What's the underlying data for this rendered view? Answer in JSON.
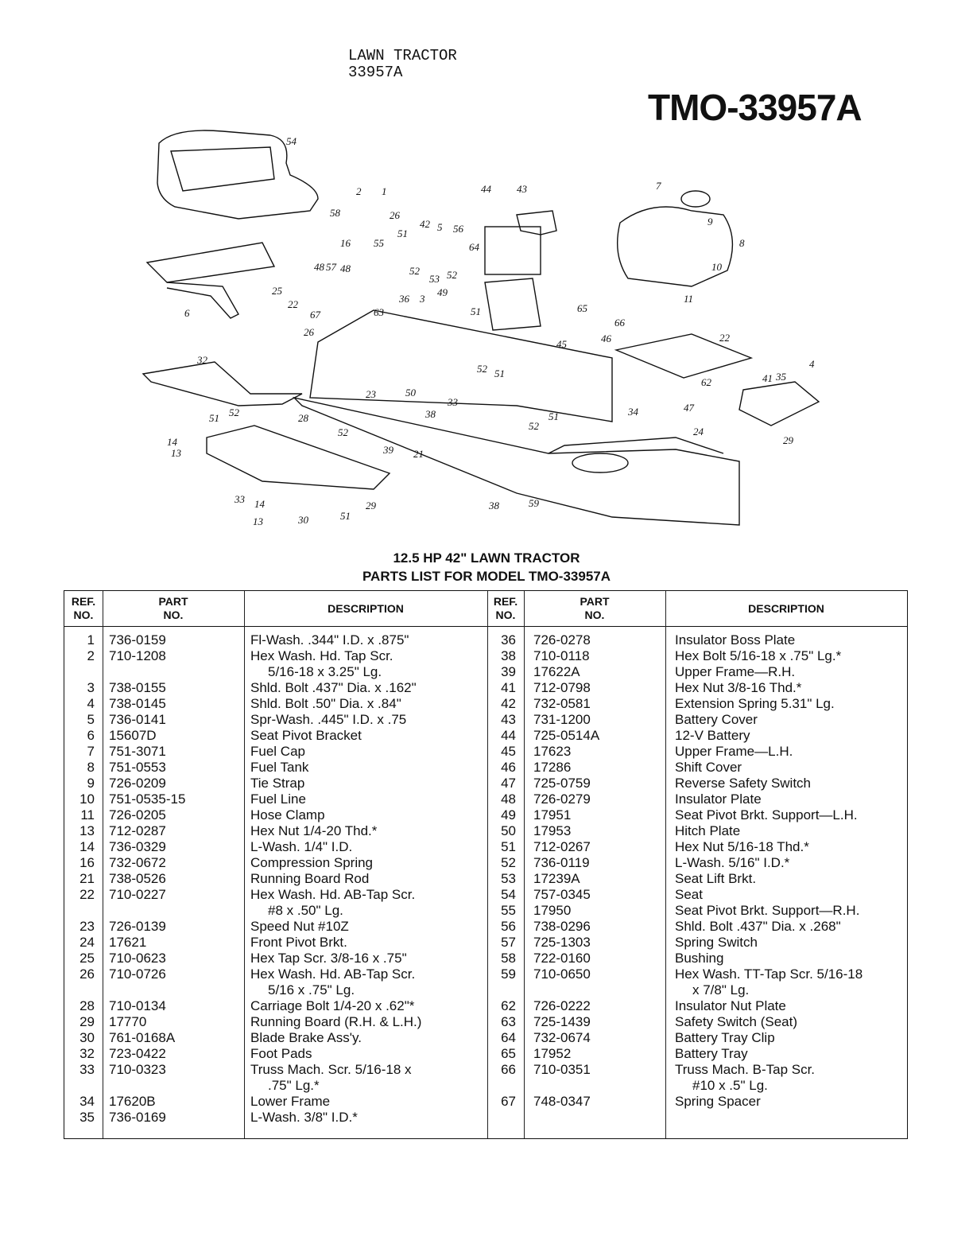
{
  "header": {
    "line1": "LAWN TRACTOR",
    "line2": "33957A",
    "model_big": "TMO-33957A"
  },
  "diagram": {
    "callouts": [
      "54",
      "2",
      "1",
      "58",
      "26",
      "16",
      "55",
      "51",
      "42",
      "5",
      "56",
      "44",
      "43",
      "7",
      "9",
      "8",
      "10",
      "11",
      "48",
      "57",
      "48",
      "52",
      "53",
      "64",
      "22",
      "63",
      "36",
      "3",
      "49",
      "52",
      "51",
      "65",
      "67",
      "26",
      "66",
      "46",
      "22",
      "45",
      "32",
      "52",
      "51",
      "23",
      "50",
      "33",
      "62",
      "47",
      "41",
      "35",
      "4",
      "29",
      "51",
      "52",
      "28",
      "38",
      "14",
      "13",
      "52",
      "39",
      "21",
      "52",
      "51",
      "34",
      "24",
      "33",
      "14",
      "13",
      "30",
      "51",
      "29",
      "38",
      "59",
      "6",
      "25"
    ]
  },
  "titles": {
    "line1": "12.5 HP 42\" LAWN TRACTOR",
    "line2": "PARTS LIST FOR MODEL TMO-33957A"
  },
  "table": {
    "headers": {
      "ref": "REF.\nNO.",
      "part": "PART\nNO.",
      "desc": "DESCRIPTION"
    },
    "left": [
      {
        "ref": "1",
        "part": "736-0159",
        "desc": [
          "Fl-Wash. .344\" I.D. x .875\""
        ]
      },
      {
        "ref": "2",
        "part": "710-1208",
        "desc": [
          "Hex Wash. Hd. Tap Scr.",
          "5/16-18 x 3.25\" Lg."
        ]
      },
      {
        "ref": "3",
        "part": "738-0155",
        "desc": [
          "Shld. Bolt .437\" Dia. x .162\""
        ]
      },
      {
        "ref": "4",
        "part": "738-0145",
        "desc": [
          "Shld. Bolt .50\" Dia. x .84\""
        ]
      },
      {
        "ref": "5",
        "part": "736-0141",
        "desc": [
          "Spr-Wash. .445\" I.D. x .75"
        ]
      },
      {
        "ref": "6",
        "part": "15607D",
        "desc": [
          "Seat Pivot Bracket"
        ]
      },
      {
        "ref": "7",
        "part": "751-3071",
        "desc": [
          "Fuel Cap"
        ]
      },
      {
        "ref": "8",
        "part": "751-0553",
        "desc": [
          "Fuel Tank"
        ]
      },
      {
        "ref": "9",
        "part": "726-0209",
        "desc": [
          "Tie Strap"
        ]
      },
      {
        "ref": "10",
        "part": "751-0535-15",
        "desc": [
          "Fuel Line"
        ]
      },
      {
        "ref": "11",
        "part": "726-0205",
        "desc": [
          "Hose Clamp"
        ]
      },
      {
        "ref": "13",
        "part": "712-0287",
        "desc": [
          "Hex Nut 1/4-20 Thd.*"
        ]
      },
      {
        "ref": "14",
        "part": "736-0329",
        "desc": [
          "L-Wash. 1/4\" I.D."
        ]
      },
      {
        "ref": "16",
        "part": "732-0672",
        "desc": [
          "Compression Spring"
        ]
      },
      {
        "ref": "21",
        "part": "738-0526",
        "desc": [
          "Running Board Rod"
        ]
      },
      {
        "ref": "22",
        "part": "710-0227",
        "desc": [
          "Hex Wash. Hd. AB-Tap Scr.",
          "#8 x .50\" Lg."
        ]
      },
      {
        "ref": "23",
        "part": "726-0139",
        "desc": [
          "Speed Nut #10Z"
        ]
      },
      {
        "ref": "24",
        "part": "17621",
        "desc": [
          "Front Pivot Brkt."
        ]
      },
      {
        "ref": "25",
        "part": "710-0623",
        "desc": [
          "Hex Tap Scr. 3/8-16 x .75\""
        ]
      },
      {
        "ref": "26",
        "part": "710-0726",
        "desc": [
          "Hex Wash. Hd. AB-Tap Scr.",
          "5/16 x .75\" Lg."
        ]
      },
      {
        "ref": "28",
        "part": "710-0134",
        "desc": [
          "Carriage Bolt 1/4-20 x .62\"*"
        ]
      },
      {
        "ref": "29",
        "part": "17770",
        "desc": [
          "Running Board (R.H. & L.H.)"
        ]
      },
      {
        "ref": "30",
        "part": "761-0168A",
        "desc": [
          "Blade Brake Ass'y."
        ]
      },
      {
        "ref": "32",
        "part": "723-0422",
        "desc": [
          "Foot Pads"
        ]
      },
      {
        "ref": "33",
        "part": "710-0323",
        "desc": [
          "Truss Mach. Scr. 5/16-18 x",
          ".75\" Lg.*"
        ]
      },
      {
        "ref": "34",
        "part": "17620B",
        "desc": [
          "Lower Frame"
        ]
      },
      {
        "ref": "35",
        "part": "736-0169",
        "desc": [
          "L-Wash. 3/8\" I.D.*"
        ]
      }
    ],
    "right": [
      {
        "ref": "36",
        "part": "726-0278",
        "desc": [
          "Insulator Boss Plate"
        ]
      },
      {
        "ref": "38",
        "part": "710-0118",
        "desc": [
          "Hex Bolt 5/16-18 x .75\" Lg.*"
        ]
      },
      {
        "ref": "39",
        "part": "17622A",
        "desc": [
          "Upper Frame—R.H."
        ]
      },
      {
        "ref": "41",
        "part": "712-0798",
        "desc": [
          "Hex Nut 3/8-16 Thd.*"
        ]
      },
      {
        "ref": "42",
        "part": "732-0581",
        "desc": [
          "Extension Spring 5.31\" Lg."
        ]
      },
      {
        "ref": "43",
        "part": "731-1200",
        "desc": [
          "Battery Cover"
        ]
      },
      {
        "ref": "44",
        "part": "725-0514A",
        "desc": [
          "12-V Battery"
        ]
      },
      {
        "ref": "45",
        "part": "17623",
        "desc": [
          "Upper Frame—L.H."
        ]
      },
      {
        "ref": "46",
        "part": "17286",
        "desc": [
          "Shift Cover"
        ]
      },
      {
        "ref": "47",
        "part": "725-0759",
        "desc": [
          "Reverse Safety Switch"
        ]
      },
      {
        "ref": "48",
        "part": "726-0279",
        "desc": [
          "Insulator Plate"
        ]
      },
      {
        "ref": "49",
        "part": "17951",
        "desc": [
          "Seat Pivot Brkt. Support—L.H."
        ]
      },
      {
        "ref": "50",
        "part": "17953",
        "desc": [
          "Hitch Plate"
        ]
      },
      {
        "ref": "51",
        "part": "712-0267",
        "desc": [
          "Hex Nut 5/16-18 Thd.*"
        ]
      },
      {
        "ref": "52",
        "part": "736-0119",
        "desc": [
          "L-Wash. 5/16\" I.D.*"
        ]
      },
      {
        "ref": "53",
        "part": "17239A",
        "desc": [
          "Seat Lift Brkt."
        ]
      },
      {
        "ref": "54",
        "part": "757-0345",
        "desc": [
          "Seat"
        ]
      },
      {
        "ref": "55",
        "part": "17950",
        "desc": [
          "Seat Pivot Brkt. Support—R.H."
        ]
      },
      {
        "ref": "56",
        "part": "738-0296",
        "desc": [
          "Shld. Bolt .437\" Dia. x .268\""
        ]
      },
      {
        "ref": "57",
        "part": "725-1303",
        "desc": [
          "Spring Switch"
        ]
      },
      {
        "ref": "58",
        "part": "722-0160",
        "desc": [
          "Bushing"
        ]
      },
      {
        "ref": "59",
        "part": "710-0650",
        "desc": [
          "Hex Wash. TT-Tap Scr. 5/16-18",
          "x 7/8\" Lg."
        ]
      },
      {
        "ref": "62",
        "part": "726-0222",
        "desc": [
          "Insulator Nut Plate"
        ]
      },
      {
        "ref": "63",
        "part": "725-1439",
        "desc": [
          "Safety Switch (Seat)"
        ]
      },
      {
        "ref": "64",
        "part": "732-0674",
        "desc": [
          "Battery Tray Clip"
        ]
      },
      {
        "ref": "65",
        "part": "17952",
        "desc": [
          "Battery Tray"
        ]
      },
      {
        "ref": "66",
        "part": "710-0351",
        "desc": [
          "Truss Mach. B-Tap Scr.",
          "#10 x .5\" Lg."
        ]
      },
      {
        "ref": "67",
        "part": "748-0347",
        "desc": [
          "Spring Spacer"
        ]
      }
    ]
  }
}
